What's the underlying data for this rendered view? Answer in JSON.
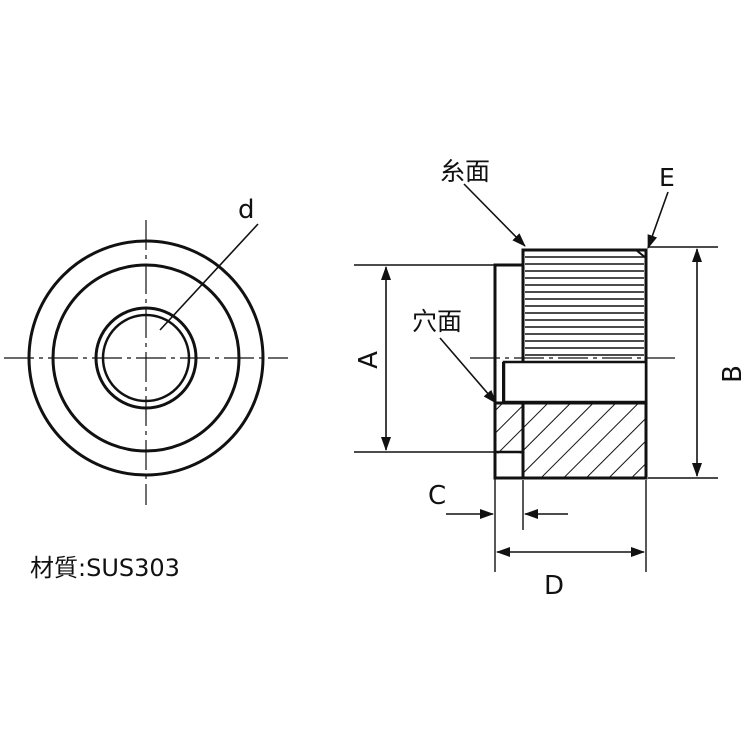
{
  "labels": {
    "d": "d",
    "thread_face": "糸面",
    "hole_face": "穴面",
    "E": "E",
    "A": "A",
    "B": "B",
    "C": "C",
    "D": "D"
  },
  "material": "材質:SUS303"
}
